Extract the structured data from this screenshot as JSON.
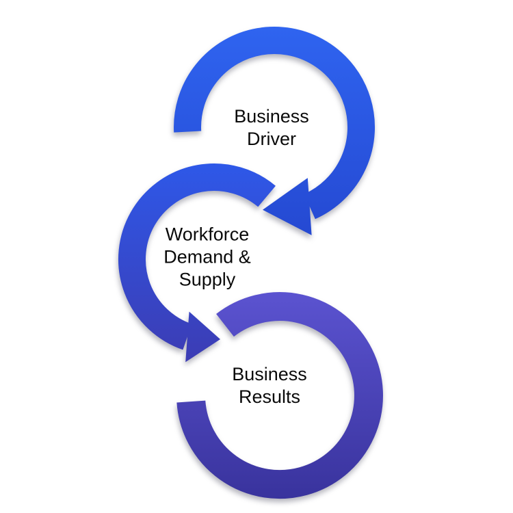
{
  "background": "#FFFFFF",
  "text_color": "#0A0A0A",
  "circles": [
    {
      "id": "business-driver",
      "lines": [
        "Business",
        "Driver"
      ],
      "gradient": {
        "top": "#2F64F0",
        "bottom": "#2549D2"
      }
    },
    {
      "id": "workforce-demand-supply",
      "lines": [
        "Workforce",
        "Demand &",
        "Supply"
      ],
      "gradient": {
        "top": "#2E58E8",
        "bottom": "#3C3CB4"
      }
    },
    {
      "id": "business-results",
      "lines": [
        "Business",
        "Results"
      ],
      "gradient": {
        "top": "#5B53D0",
        "bottom": "#39339D"
      }
    }
  ]
}
